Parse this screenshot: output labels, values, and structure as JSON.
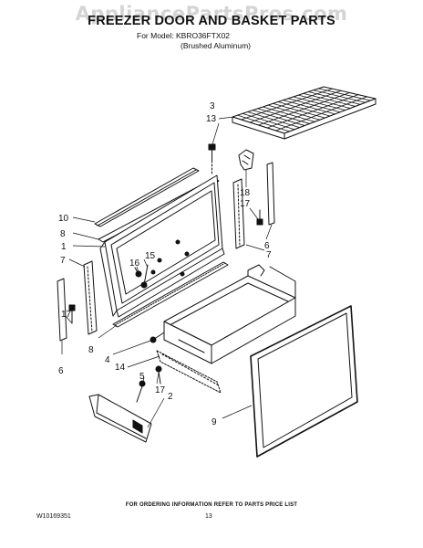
{
  "watermark": "AppliancePartsPros.com",
  "header": {
    "title": "FREEZER DOOR AND BASKET PARTS",
    "model_line": "For Model: KBRO36FTX02",
    "variant_line": "(Brushed Aluminum)"
  },
  "callouts": [
    "3",
    "13",
    "18",
    "17",
    "6",
    "7",
    "10",
    "8",
    "1",
    "15",
    "16",
    "7",
    "17",
    "6",
    "8",
    "4",
    "14",
    "5",
    "17",
    "2",
    "9"
  ],
  "footer": {
    "ordering_note": "FOR ORDERING INFORMATION REFER TO PARTS PRICE LIST",
    "document_number": "W10169351",
    "page_number": "13"
  }
}
